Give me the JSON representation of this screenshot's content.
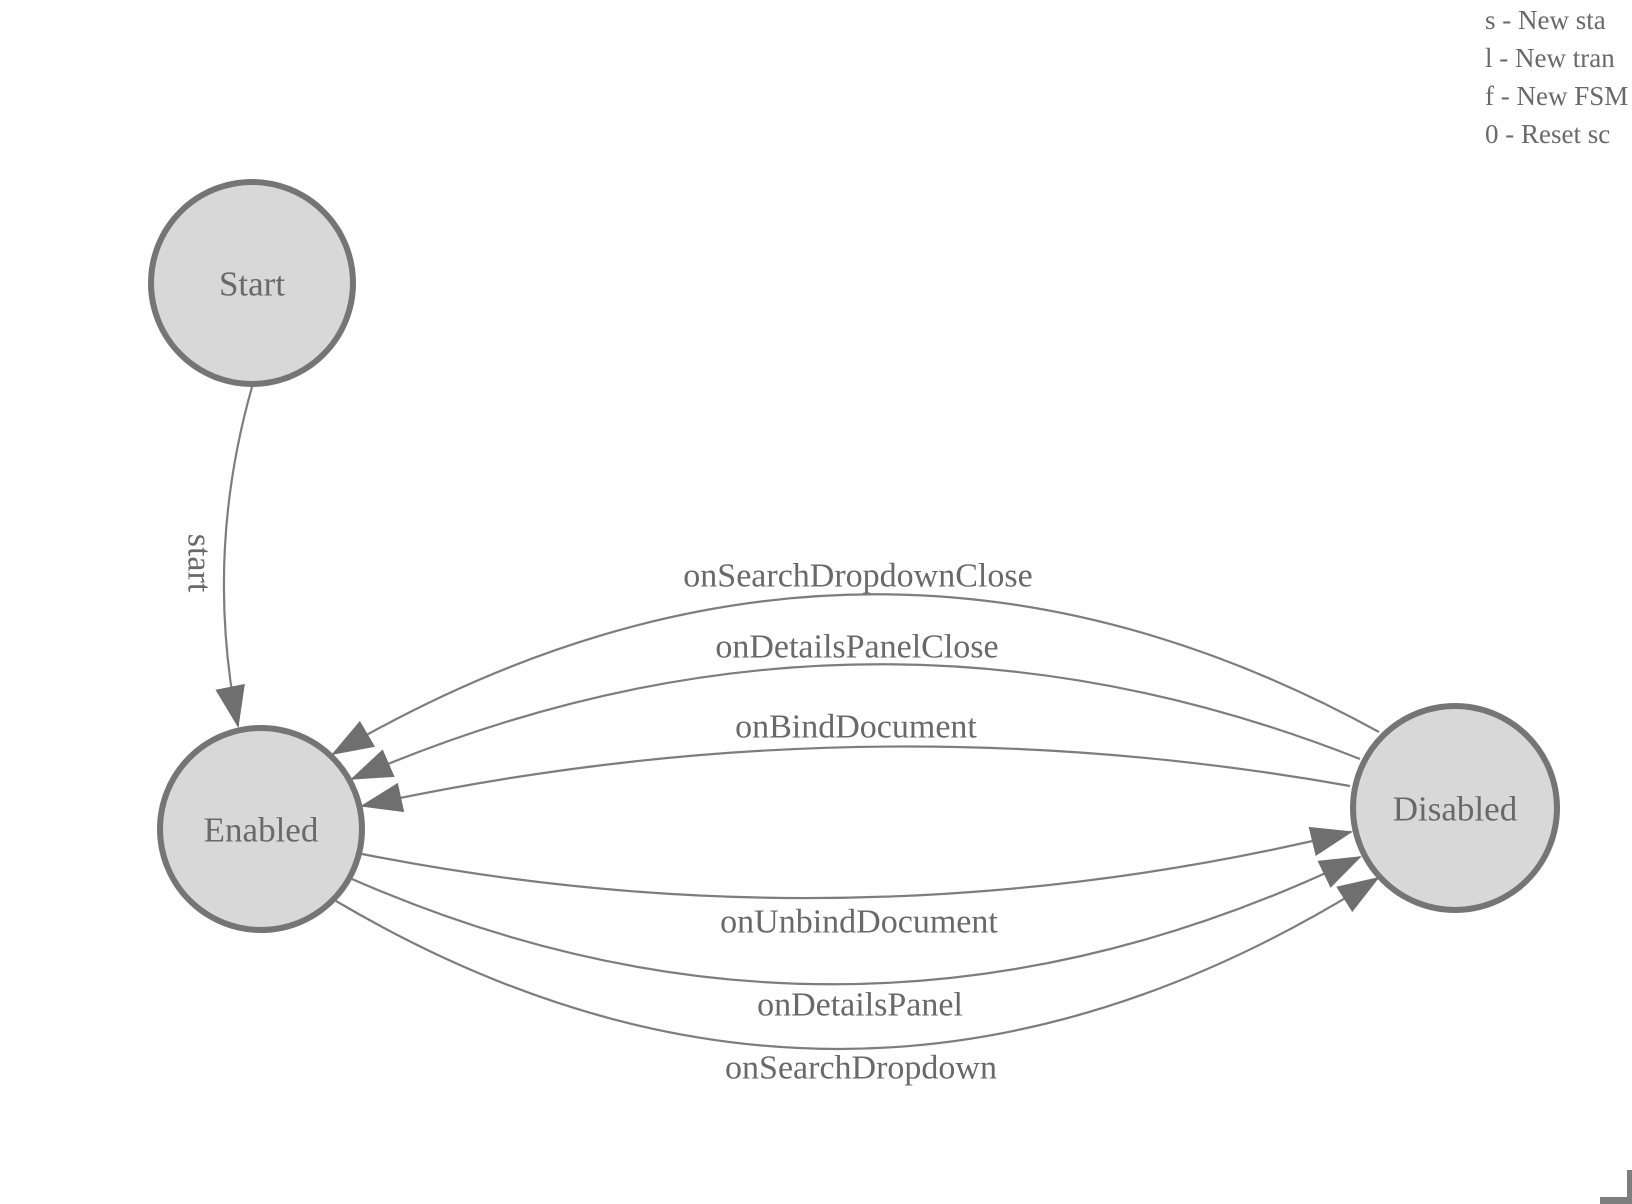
{
  "diagram": {
    "type": "finite-state-machine",
    "states": [
      {
        "id": "start-node",
        "label": "Start"
      },
      {
        "id": "enabled",
        "label": "Enabled"
      },
      {
        "id": "disabled",
        "label": "Disabled"
      }
    ],
    "transitions": [
      {
        "from": "Start",
        "to": "Enabled",
        "label": "start"
      },
      {
        "from": "Disabled",
        "to": "Enabled",
        "label": "onSearchDropdownClose"
      },
      {
        "from": "Disabled",
        "to": "Enabled",
        "label": "onDetailsPanelClose"
      },
      {
        "from": "Disabled",
        "to": "Enabled",
        "label": "onBindDocument"
      },
      {
        "from": "Enabled",
        "to": "Disabled",
        "label": "onUnbindDocument"
      },
      {
        "from": "Enabled",
        "to": "Disabled",
        "label": "onDetailsPanel"
      },
      {
        "from": "Enabled",
        "to": "Disabled",
        "label": "onSearchDropdown"
      }
    ],
    "colors": {
      "state_fill": "#d8d8d8",
      "state_stroke": "#757575",
      "edge_stroke": "#7d7d7d",
      "arrow_fill": "#6f6f6f",
      "label_text": "#696969"
    }
  },
  "legend": {
    "lines": [
      "s - New sta",
      "l - New tran",
      "f - New FSM",
      "0 - Reset sc"
    ]
  }
}
